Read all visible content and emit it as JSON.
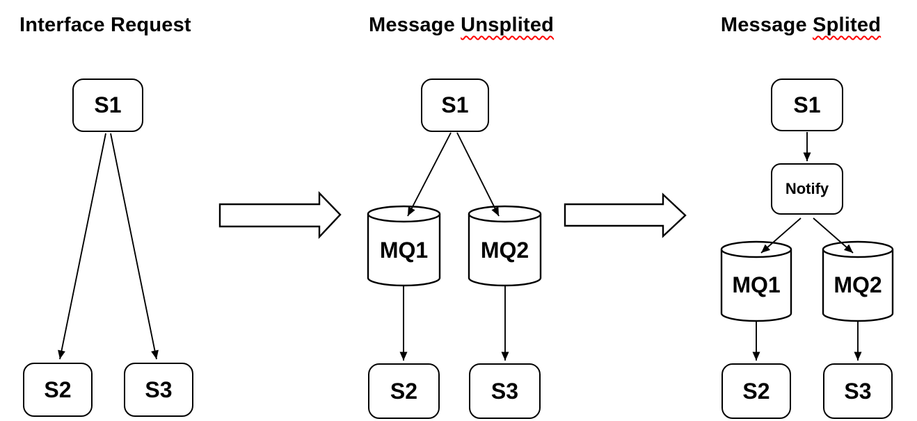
{
  "diagram": {
    "panels": [
      {
        "title": "Interface Request",
        "nodes": {
          "s1": "S1",
          "s2": "S2",
          "s3": "S3"
        },
        "edges": [
          "S1->S2",
          "S1->S3"
        ]
      },
      {
        "title_prefix": "Message ",
        "title_misspelled_word": "Unsplited",
        "nodes": {
          "s1": "S1",
          "mq1": "MQ1",
          "mq2": "MQ2",
          "s2": "S2",
          "s3": "S3"
        },
        "edges": [
          "S1->MQ1",
          "S1->MQ2",
          "MQ1->S2",
          "MQ2->S3"
        ]
      },
      {
        "title_prefix": "Message ",
        "title_misspelled_word": "Splited",
        "nodes": {
          "s1": "S1",
          "notify": "Notify",
          "mq1": "MQ1",
          "mq2": "MQ2",
          "s2": "S2",
          "s3": "S3"
        },
        "edges": [
          "S1->Notify",
          "Notify->MQ1",
          "Notify->MQ2",
          "MQ1->S2",
          "MQ2->S3"
        ]
      }
    ],
    "flow_arrows": [
      "panel1->panel2",
      "panel2->panel3"
    ],
    "colors": {
      "line": "#000000",
      "background": "#ffffff",
      "spellcheck_underline": "#ff0000",
      "shape_fill": "#ffffff"
    }
  }
}
